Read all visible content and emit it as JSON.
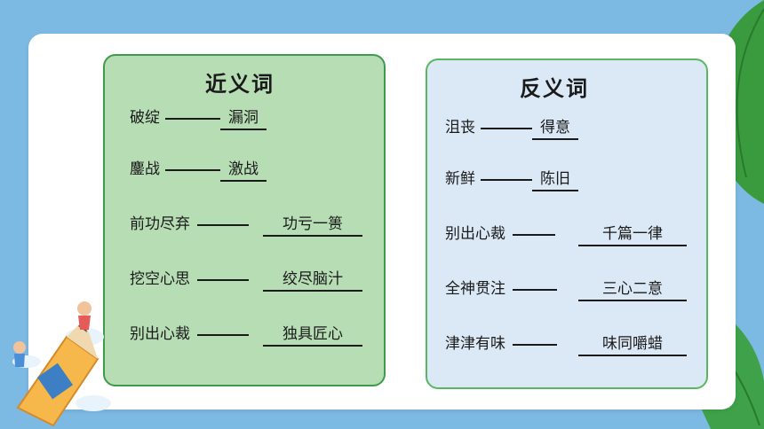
{
  "synonyms": {
    "title": "近义词",
    "pairs": [
      {
        "word": "破绽",
        "answer": "漏洞"
      },
      {
        "word": "鏖战",
        "answer": "激战"
      },
      {
        "word": "前功尽弃",
        "answer": "功亏一篑"
      },
      {
        "word": "挖空心思",
        "answer": "绞尽脑汁"
      },
      {
        "word": "别出心裁",
        "answer": "独具匠心"
      }
    ]
  },
  "antonyms": {
    "title": "反义词",
    "pairs": [
      {
        "word": "沮丧",
        "answer": "得意"
      },
      {
        "word": "新鲜",
        "answer": "陈旧"
      },
      {
        "word": "别出心裁",
        "answer": "千篇一律"
      },
      {
        "word": "全神贯注",
        "answer": "三心二意"
      },
      {
        "word": "津津有味",
        "answer": "味同嚼蜡"
      }
    ]
  },
  "colors": {
    "background": "#7cb9e3",
    "synonym_panel": "#b7ddb5",
    "antonym_panel": "#dbe9f6",
    "panel_border": "#3f9a4b",
    "leaf": "#3a9a3e"
  }
}
